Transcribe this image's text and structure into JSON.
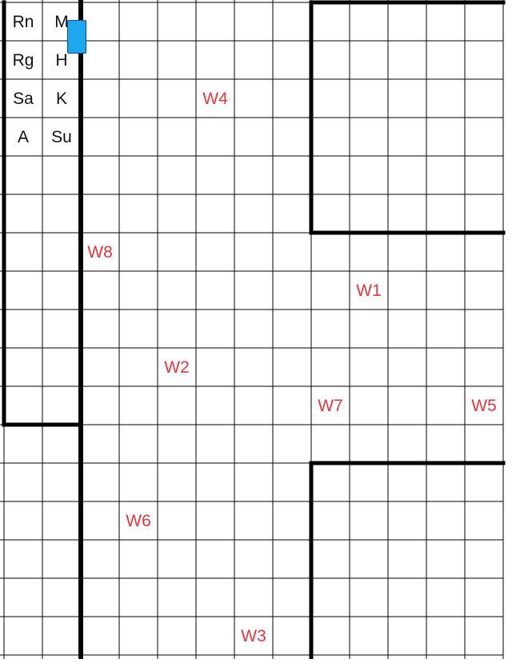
{
  "board": {
    "columns": 13,
    "rows": 17,
    "grid_color": "#000000",
    "background": "#ffffff"
  },
  "piece_labels": [
    {
      "text": "Rn",
      "col": 0,
      "row": 0
    },
    {
      "text": "M",
      "col": 1,
      "row": 0
    },
    {
      "text": "Rg",
      "col": 0,
      "row": 1
    },
    {
      "text": "H",
      "col": 1,
      "row": 1
    },
    {
      "text": "Sa",
      "col": 0,
      "row": 2
    },
    {
      "text": "K",
      "col": 1,
      "row": 2
    },
    {
      "text": "A",
      "col": 0,
      "row": 3
    },
    {
      "text": "Su",
      "col": 1,
      "row": 3
    }
  ],
  "wave_labels": {
    "color": "#e8353a",
    "items": [
      {
        "text": "W4",
        "col": 5,
        "row": 2
      },
      {
        "text": "W8",
        "col": 2,
        "row": 6
      },
      {
        "text": "W1",
        "col": 9,
        "row": 7
      },
      {
        "text": "W2",
        "col": 4,
        "row": 9
      },
      {
        "text": "W7",
        "col": 8,
        "row": 10
      },
      {
        "text": "W5",
        "col": 12,
        "row": 10
      },
      {
        "text": "W6",
        "col": 3,
        "row": 13
      },
      {
        "text": "W3",
        "col": 6,
        "row": 16
      }
    ]
  },
  "marker": {
    "name": "blue-token",
    "color": "#1ea7ef",
    "border": "#0a4f86"
  }
}
